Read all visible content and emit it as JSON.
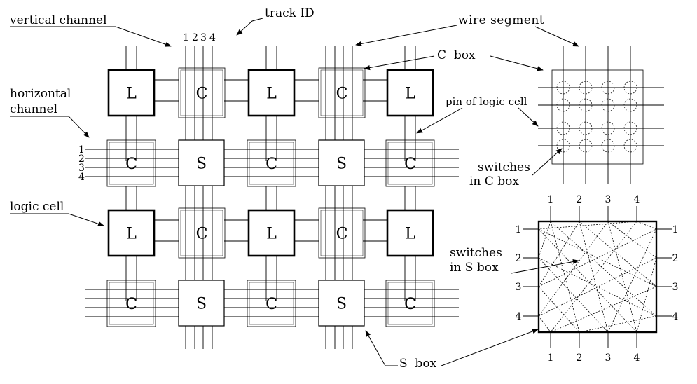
{
  "labels": {
    "vertical_channel": "vertical channel",
    "track_id": "track ID",
    "wire_segment": "wire segment",
    "c_box": "C  box",
    "horizontal_channel_1": "horizontal",
    "horizontal_channel_2": "channel",
    "pin_of_logic_cell": "pin of logic cell",
    "switches_c_box_1": "switches",
    "switches_c_box_2": "in C box",
    "logic_cell": "logic cell",
    "switches_s_box_1": "switches",
    "switches_s_box_2": "in S box",
    "s_box": "S  box"
  },
  "track_numbers": [
    "1",
    "2",
    "3",
    "4"
  ],
  "cell_letters": {
    "logic": "L",
    "connection": "C",
    "switch": "S"
  }
}
